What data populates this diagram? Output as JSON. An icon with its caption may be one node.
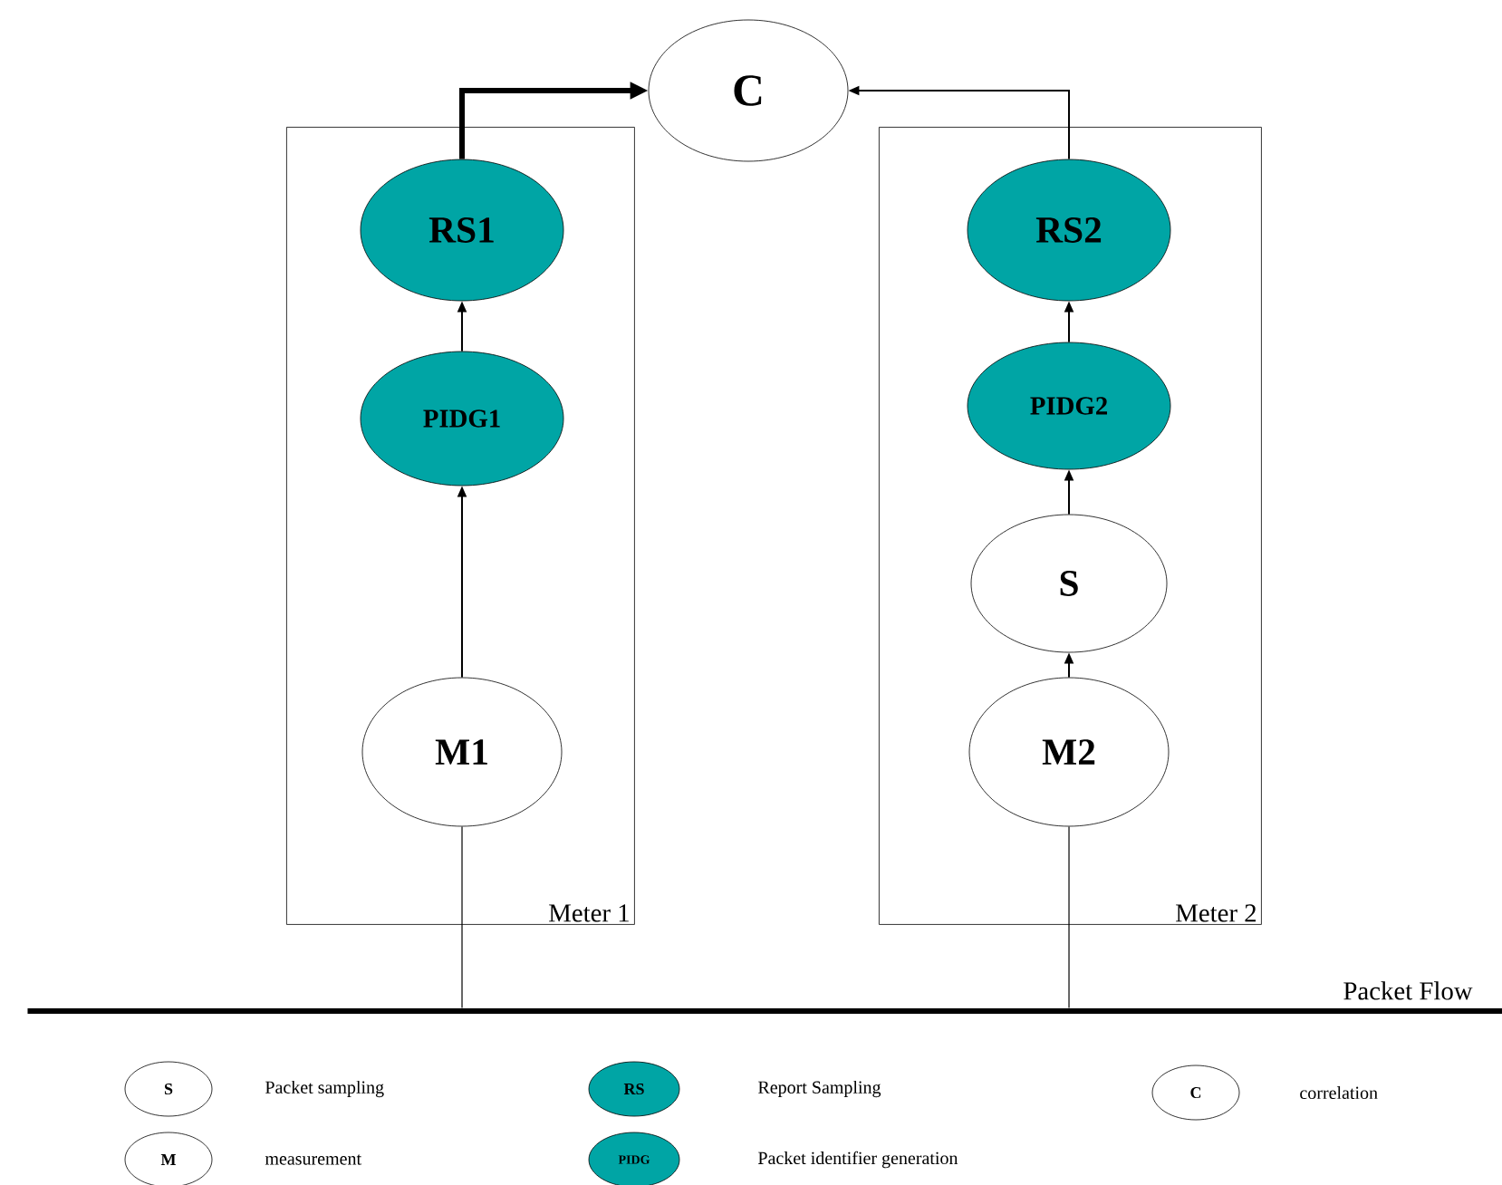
{
  "diagram": {
    "nodes": [
      {
        "text": [
          "C"
        ]
      },
      {
        "text": [
          "Meter 1"
        ]
      },
      {
        "text": [
          "RS1"
        ],
        "in": 1
      },
      {
        "text": [
          "PIDG1"
        ],
        "in": 1
      },
      {
        "text": [
          "M1"
        ],
        "in": 1
      },
      {
        "text": [
          "Meter 2"
        ]
      },
      {
        "text": [
          "RS2"
        ],
        "in": 5
      },
      {
        "text": [
          "PIDG2"
        ],
        "in": 5
      },
      {
        "text": [
          "S"
        ],
        "in": 5
      },
      {
        "text": [
          "M2"
        ],
        "in": 5
      },
      {
        "text": [
          "Packet Flow"
        ]
      },
      {
        "text": [
          "S"
        ]
      },
      {
        "text": [
          "RS"
        ]
      },
      {
        "text": [
          "C"
        ]
      },
      {
        "text": [
          "M"
        ]
      },
      {
        "text": [
          "PIDG"
        ]
      }
    ],
    "edges": [
      {
        "from": 2,
        "to": 0,
        "arrow": "to",
        "style": "thick"
      },
      {
        "from": 6,
        "to": 0,
        "arrow": "to"
      },
      {
        "from": 3,
        "to": 2,
        "arrow": "to"
      },
      {
        "from": 4,
        "to": 3,
        "arrow": "to"
      },
      {
        "from": 7,
        "to": 6,
        "arrow": "to"
      },
      {
        "from": 8,
        "to": 7,
        "arrow": "to"
      },
      {
        "from": 9,
        "to": 8,
        "arrow": "to"
      },
      {
        "from": 10,
        "to": 4,
        "arrow": "none"
      },
      {
        "from": 10,
        "to": 9,
        "arrow": "none"
      }
    ],
    "legend": [
      {
        "text": "Packet sampling"
      },
      {
        "text": "Report Sampling"
      },
      {
        "text": "correlation"
      },
      {
        "text": "measurement"
      },
      {
        "text": "Packet identifier generation"
      }
    ]
  }
}
